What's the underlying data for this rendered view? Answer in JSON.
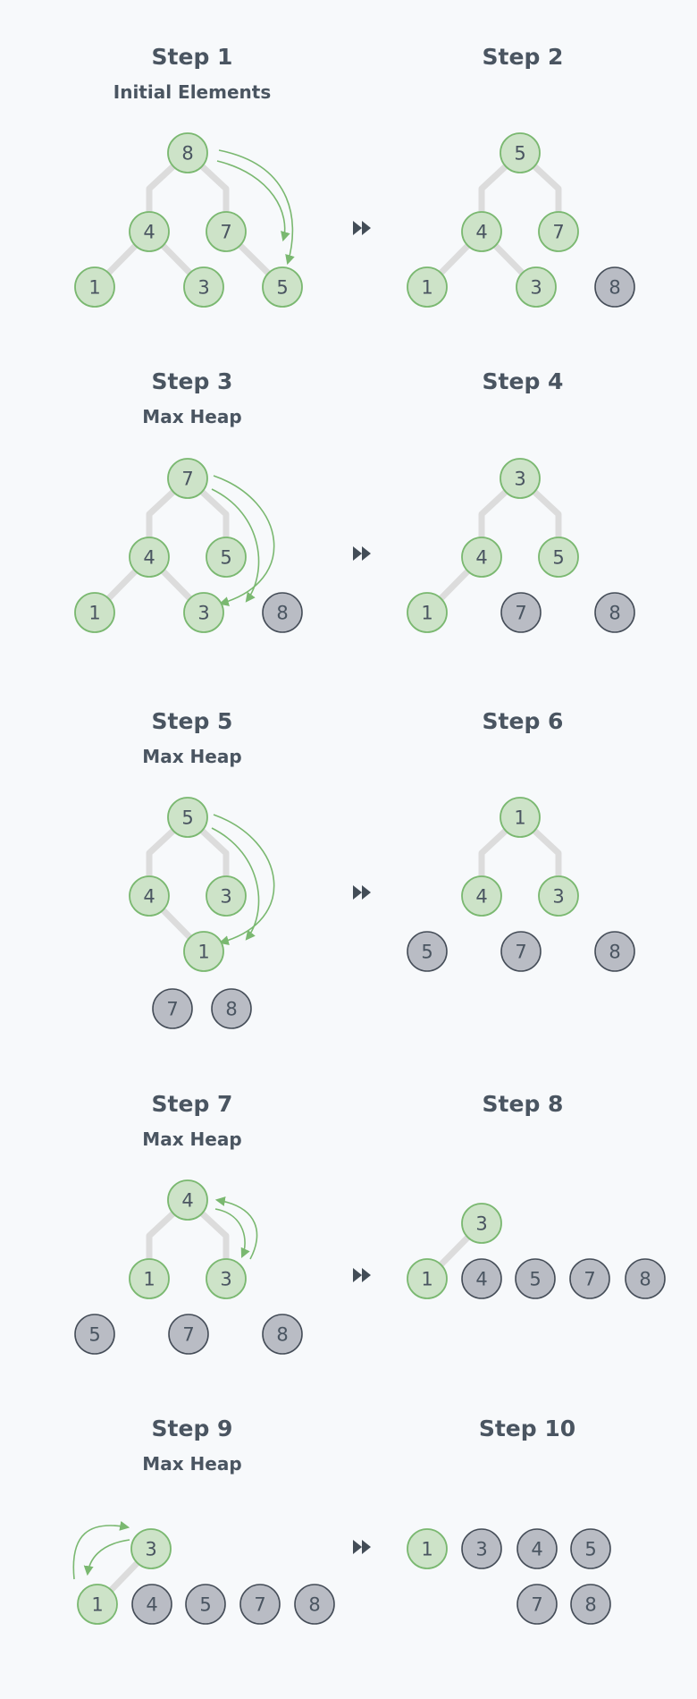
{
  "colors": {
    "background": "#f7f9fb",
    "active_fill": "#cde3c8",
    "active_stroke": "#7ab870",
    "sorted_fill": "#b9bcc4",
    "sorted_stroke": "#454d58",
    "text": "#4a5561",
    "edge": "#dcdcdc",
    "arrow": "#7ab870"
  },
  "separator_icon": "fast-forward-icon",
  "steps": [
    {
      "title": "Step 1",
      "subtitle": "Initial Elements",
      "active": [
        8,
        4,
        7,
        1,
        3,
        5
      ],
      "sorted": []
    },
    {
      "title": "Step 2",
      "subtitle": "",
      "active": [
        5,
        4,
        7,
        1,
        3
      ],
      "sorted": [
        8
      ]
    },
    {
      "title": "Step 3",
      "subtitle": "Max Heap",
      "active": [
        7,
        4,
        5,
        1,
        3
      ],
      "sorted": [
        8
      ]
    },
    {
      "title": "Step 4",
      "subtitle": "",
      "active": [
        3,
        4,
        5,
        1
      ],
      "sorted": [
        7,
        8
      ]
    },
    {
      "title": "Step 5",
      "subtitle": "Max Heap",
      "active": [
        5,
        4,
        3,
        1
      ],
      "sorted": [
        7,
        8
      ]
    },
    {
      "title": "Step 6",
      "subtitle": "",
      "active": [
        1,
        4,
        3
      ],
      "sorted": [
        5,
        7,
        8
      ]
    },
    {
      "title": "Step 7",
      "subtitle": "Max Heap",
      "active": [
        4,
        1,
        3
      ],
      "sorted": [
        5,
        7,
        8
      ]
    },
    {
      "title": "Step 8",
      "subtitle": "",
      "active": [
        3,
        1
      ],
      "sorted": [
        4,
        5,
        7,
        8
      ]
    },
    {
      "title": "Step 9",
      "subtitle": "Max Heap",
      "active": [
        3,
        1
      ],
      "sorted": [
        4,
        5,
        7,
        8
      ]
    },
    {
      "title": "Step 10",
      "subtitle": "",
      "active": [
        1
      ],
      "sorted": [
        3,
        4,
        5,
        7,
        8
      ]
    }
  ]
}
